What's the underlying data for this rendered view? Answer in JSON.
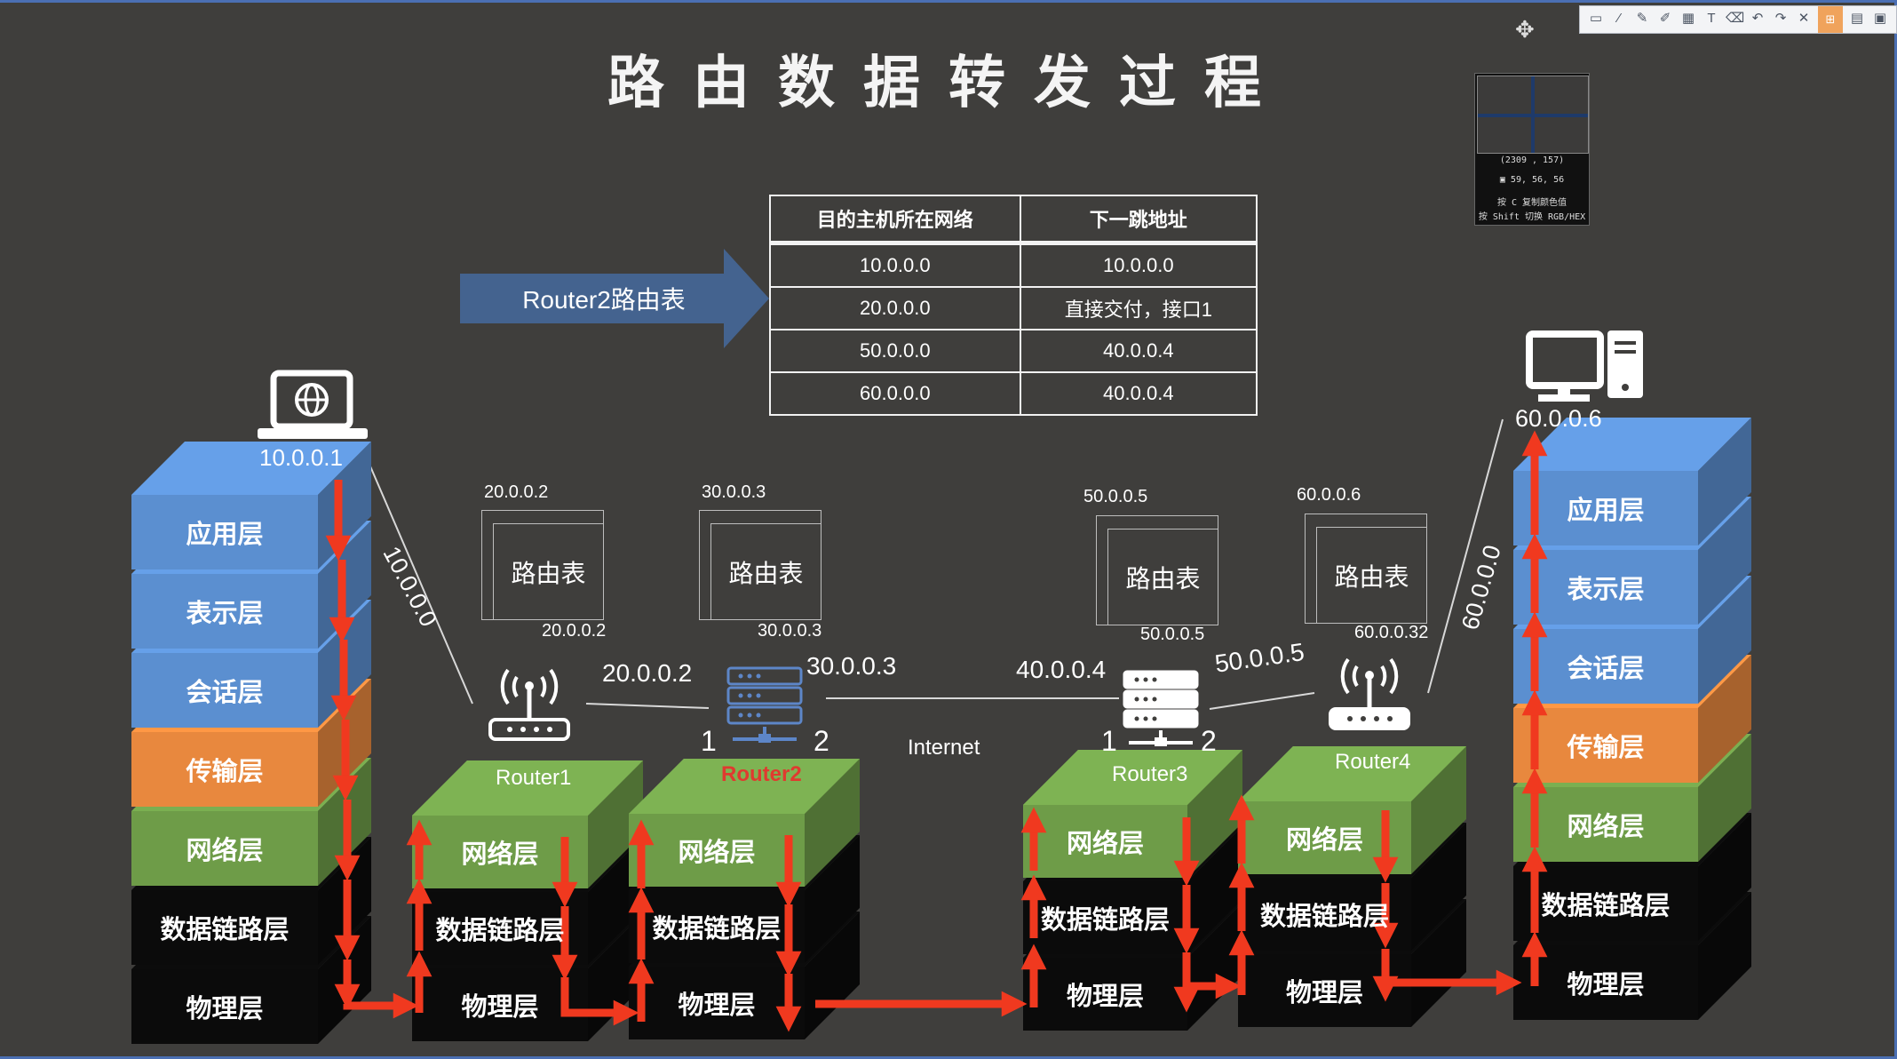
{
  "title": "路由数据转发过程",
  "routing_table": {
    "label": "Router2路由表",
    "headers": [
      "目的主机所在网络",
      "下一跳地址"
    ],
    "rows": [
      [
        "10.0.0.0",
        "10.0.0.0"
      ],
      [
        "20.0.0.0",
        "直接交付，接口1"
      ],
      [
        "50.0.0.0",
        "40.0.0.4"
      ],
      [
        "60.0.0.0",
        "40.0.0.4"
      ]
    ]
  },
  "hosts": {
    "left_ip": "10.0.0.1",
    "right_ip": "60.0.0.6"
  },
  "stack_layers": [
    "应用层",
    "表示层",
    "会话层",
    "传输层",
    "网络层",
    "数据链路层",
    "物理层"
  ],
  "router_layers": [
    "网络层",
    "数据链路层",
    "物理层"
  ],
  "routers": [
    {
      "name": "Router1",
      "color": "#ffffff"
    },
    {
      "name": "Router2",
      "color": "#e03a2f"
    },
    {
      "name": "Router3",
      "color": "#ffffff"
    },
    {
      "name": "Router4",
      "color": "#ffffff"
    }
  ],
  "links": {
    "net1": "10.0.0.0",
    "net6": "60.0.0.0",
    "r1_right": "20.0.0.2",
    "r2_right": "30.0.0.3",
    "r3_left": "40.0.0.4",
    "r3_right": "50.0.0.5",
    "iface1": "1",
    "iface2": "2",
    "r3_iface1": "1",
    "r3_iface2": "2",
    "internet": "Internet"
  },
  "rt_boxes": [
    {
      "label": "路由表",
      "top_ip": "20.0.0.2",
      "bottom_ip": "20.0.0.2"
    },
    {
      "label": "路由表",
      "top_ip": "30.0.0.3",
      "bottom_ip": "30.0.0.3"
    },
    {
      "label": "路由表",
      "top_ip": "50.0.0.5",
      "bottom_ip": "50.0.0.5"
    },
    {
      "label": "路由表",
      "top_ip": "60.0.0.6",
      "bottom_ip": "60.0.0.32"
    }
  ],
  "magnifier": {
    "coords": "(2309 , 157)",
    "rgb": "59,  56,  56",
    "hint1": "按 C 复制颜色值",
    "hint2": "按 Shift 切换 RGB/HEX"
  },
  "colors": {
    "blue_layer": "#5b8fd0",
    "orange_layer": "#e8883e",
    "green_layer": "#6e9c48",
    "black_layer": "#0b0b0b",
    "arrow": "#f0391f",
    "background": "#3f3e3c"
  }
}
